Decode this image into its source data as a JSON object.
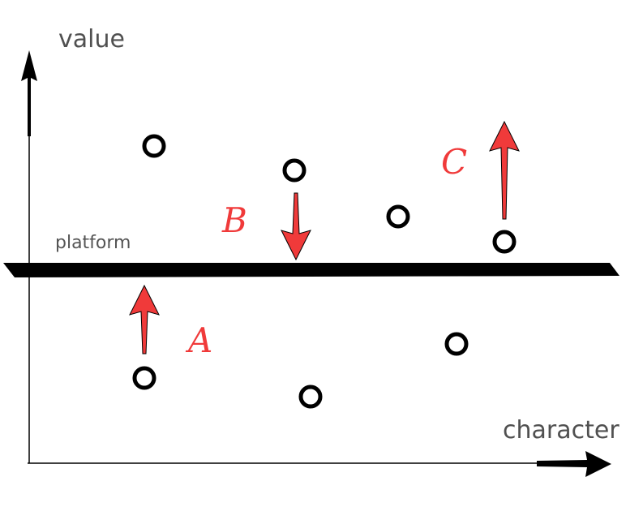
{
  "labels": {
    "y_axis": "value",
    "x_axis": "character",
    "platform": "platform",
    "a": "A",
    "b": "B",
    "c": "C"
  },
  "colors": {
    "arrow_red": "#f03a3a",
    "axis": "#000000",
    "platform": "#000000",
    "text": "#505050"
  }
}
